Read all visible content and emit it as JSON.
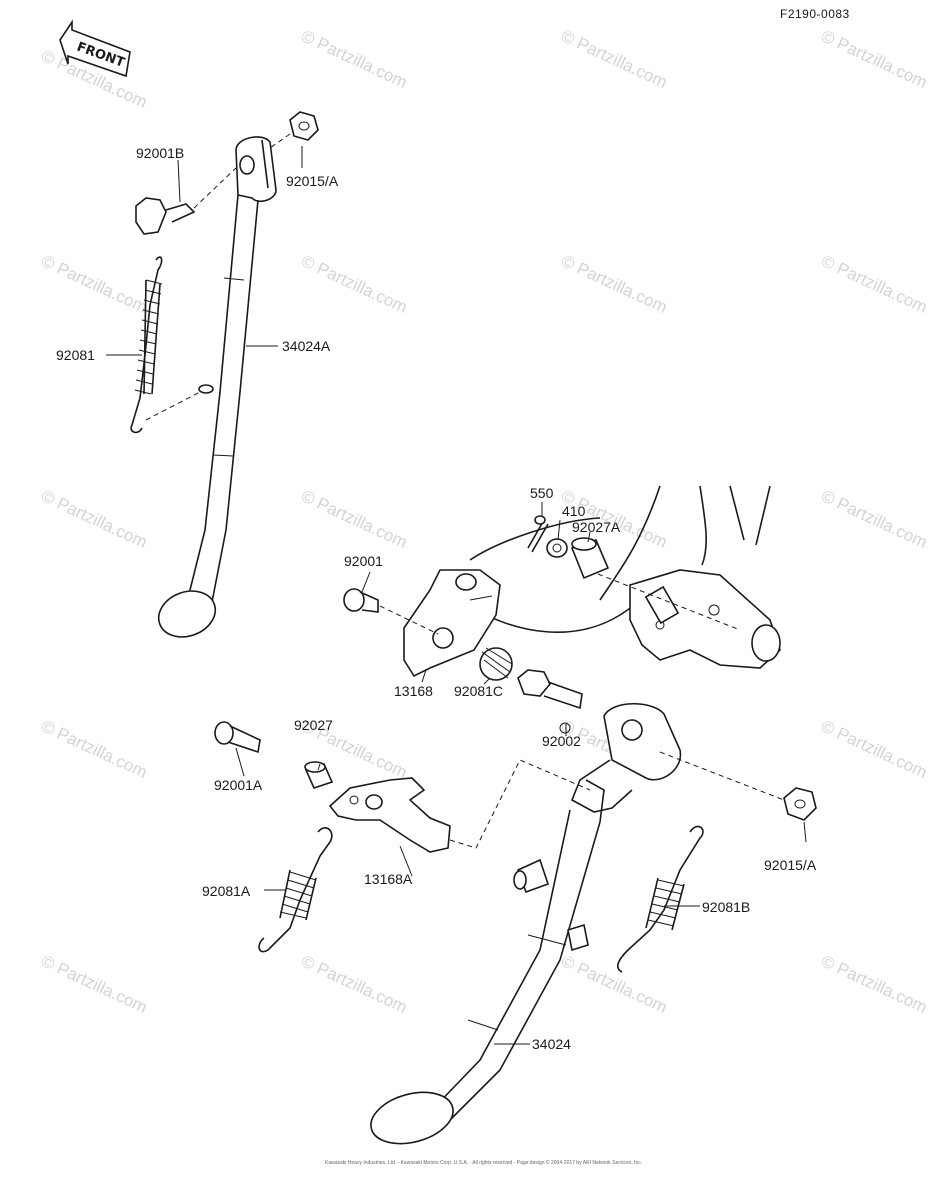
{
  "diagram": {
    "ref_code": "F2190-0083",
    "front_label": "FRONT",
    "watermark": "© Partzilla.com",
    "copyright": "Kawasaki Heavy Industries, Ltd. · Kawasaki Motors Corp. U.S.A. · All rights reserved · Page design © 2004-2017 by ARI Network Services, Inc.",
    "parts": [
      {
        "id": "92001B",
        "label": "92001B"
      },
      {
        "id": "92015-A-top",
        "label": "92015/A"
      },
      {
        "id": "34024A",
        "label": "34024A"
      },
      {
        "id": "92081",
        "label": "92081"
      },
      {
        "id": "550",
        "label": "550"
      },
      {
        "id": "410",
        "label": "410"
      },
      {
        "id": "92027A",
        "label": "92027A"
      },
      {
        "id": "92001",
        "label": "92001"
      },
      {
        "id": "13168",
        "label": "13168"
      },
      {
        "id": "92081C",
        "label": "92081C"
      },
      {
        "id": "92002",
        "label": "92002"
      },
      {
        "id": "92027",
        "label": "92027"
      },
      {
        "id": "92001A",
        "label": "92001A"
      },
      {
        "id": "13168A",
        "label": "13168A"
      },
      {
        "id": "92081A",
        "label": "92081A"
      },
      {
        "id": "92015-A-bottom",
        "label": "92015/A"
      },
      {
        "id": "92081B",
        "label": "92081B"
      },
      {
        "id": "34024",
        "label": "34024"
      }
    ]
  }
}
